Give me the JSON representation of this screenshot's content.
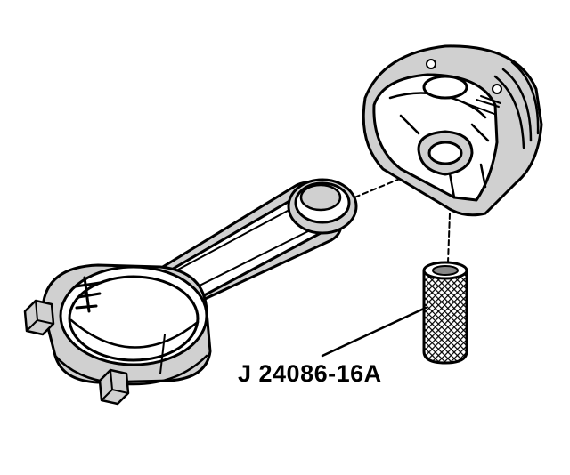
{
  "diagram": {
    "callout_label": "J 24086-16A",
    "colors": {
      "ink": "#000000",
      "paper": "#ffffff",
      "shade": "#d0d0d0"
    },
    "parts": [
      "connecting-rod",
      "piston",
      "piston-pin",
      "rod-bolts"
    ]
  }
}
